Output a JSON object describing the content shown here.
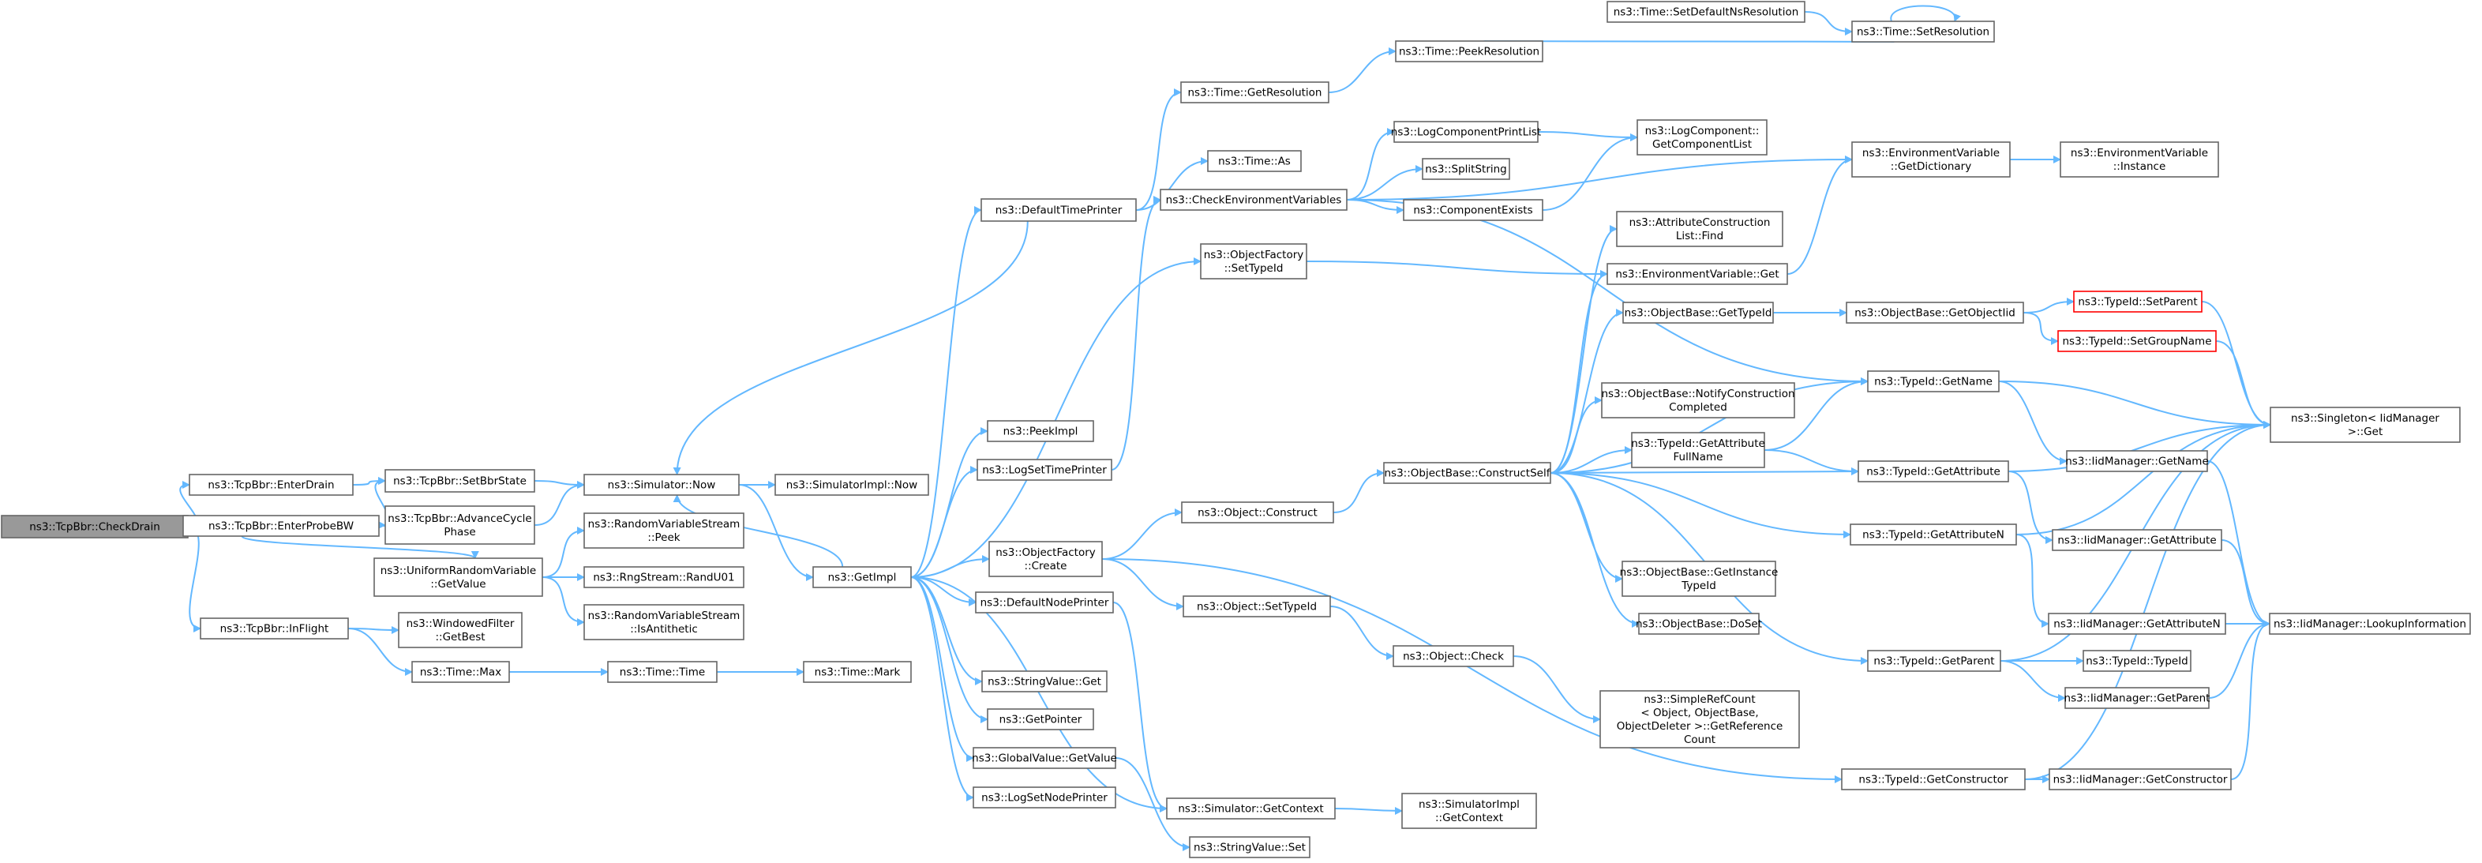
{
  "diagram": {
    "title": "",
    "nodes": [
      {
        "id": "n0",
        "lines": [
          "ns3::TcpBbr::CheckDrain"
        ],
        "style": "root"
      },
      {
        "id": "n1",
        "lines": [
          "ns3::TcpBbr::EnterDrain"
        ]
      },
      {
        "id": "n2",
        "lines": [
          "ns3::TcpBbr::EnterProbeBW"
        ]
      },
      {
        "id": "n3",
        "lines": [
          "ns3::TcpBbr::InFlight"
        ]
      },
      {
        "id": "n4",
        "lines": [
          "ns3::TcpBbr::SetBbrState"
        ]
      },
      {
        "id": "n5",
        "lines": [
          "ns3::TcpBbr::AdvanceCycle",
          "Phase"
        ]
      },
      {
        "id": "n6",
        "lines": [
          "ns3::UniformRandomVariable",
          "::GetValue"
        ]
      },
      {
        "id": "n7",
        "lines": [
          "ns3::WindowedFilter",
          "::GetBest"
        ]
      },
      {
        "id": "n8",
        "lines": [
          "ns3::Time::Max"
        ]
      },
      {
        "id": "n9",
        "lines": [
          "ns3::Simulator::Now"
        ]
      },
      {
        "id": "n10",
        "lines": [
          "ns3::RandomVariableStream",
          "::Peek"
        ]
      },
      {
        "id": "n11",
        "lines": [
          "ns3::RngStream::RandU01"
        ]
      },
      {
        "id": "n12",
        "lines": [
          "ns3::RandomVariableStream",
          "::IsAntithetic"
        ]
      },
      {
        "id": "n13",
        "lines": [
          "ns3::Time::Time"
        ]
      },
      {
        "id": "n14",
        "lines": [
          "ns3::SimulatorImpl::Now"
        ]
      },
      {
        "id": "n15",
        "lines": [
          "ns3::GetImpl"
        ]
      },
      {
        "id": "n16",
        "lines": [
          "ns3::Time::Mark"
        ]
      },
      {
        "id": "n17",
        "lines": [
          "ns3::DefaultTimePrinter"
        ]
      },
      {
        "id": "n18",
        "lines": [
          "ns3::PeekImpl"
        ]
      },
      {
        "id": "n19",
        "lines": [
          "ns3::LogSetTimePrinter"
        ]
      },
      {
        "id": "n20",
        "lines": [
          "ns3::ObjectFactory",
          "::Create"
        ]
      },
      {
        "id": "n21",
        "lines": [
          "ns3::DefaultNodePrinter"
        ]
      },
      {
        "id": "n22",
        "lines": [
          "ns3::StringValue::Get"
        ]
      },
      {
        "id": "n23",
        "lines": [
          "ns3::GetPointer"
        ]
      },
      {
        "id": "n24",
        "lines": [
          "ns3::GlobalValue::GetValue"
        ]
      },
      {
        "id": "n25",
        "lines": [
          "ns3::LogSetNodePrinter"
        ]
      },
      {
        "id": "n26",
        "lines": [
          "ns3::Time::GetResolution"
        ]
      },
      {
        "id": "n27",
        "lines": [
          "ns3::Time::As"
        ]
      },
      {
        "id": "n28",
        "lines": [
          "ns3::CheckEnvironmentVariables"
        ]
      },
      {
        "id": "n29",
        "lines": [
          "ns3::ObjectFactory",
          "::SetTypeId"
        ]
      },
      {
        "id": "n30",
        "lines": [
          "ns3::Object::Construct"
        ]
      },
      {
        "id": "n31",
        "lines": [
          "ns3::Object::SetTypeId"
        ]
      },
      {
        "id": "n32",
        "lines": [
          "ns3::Simulator::GetContext"
        ]
      },
      {
        "id": "n33",
        "lines": [
          "ns3::StringValue::Set"
        ]
      },
      {
        "id": "n34",
        "lines": [
          "ns3::Time::PeekResolution"
        ]
      },
      {
        "id": "n35",
        "lines": [
          "ns3::Time::SetDefaultNsResolution"
        ]
      },
      {
        "id": "n36",
        "lines": [
          "ns3::Time::SetResolution"
        ]
      },
      {
        "id": "n37",
        "lines": [
          "ns3::LogComponentPrintList"
        ]
      },
      {
        "id": "n38",
        "lines": [
          "ns3::SplitString"
        ]
      },
      {
        "id": "n39",
        "lines": [
          "ns3::ComponentExists"
        ]
      },
      {
        "id": "n40",
        "lines": [
          "ns3::LogComponent::",
          "GetComponentList"
        ]
      },
      {
        "id": "n41",
        "lines": [
          "ns3::EnvironmentVariable",
          "::GetDictionary"
        ]
      },
      {
        "id": "n42",
        "lines": [
          "ns3::EnvironmentVariable",
          "::Instance"
        ]
      },
      {
        "id": "n43",
        "lines": [
          "ns3::ObjectBase::ConstructSelf"
        ]
      },
      {
        "id": "n44",
        "lines": [
          "ns3::Object::Check"
        ]
      },
      {
        "id": "n45",
        "lines": [
          "ns3::SimpleRefCount",
          "< Object, ObjectBase,",
          "ObjectDeleter >::GetReference",
          "Count"
        ]
      },
      {
        "id": "n46",
        "lines": [
          "ns3::SimulatorImpl",
          "::GetContext"
        ]
      },
      {
        "id": "n47",
        "lines": [
          "ns3::AttributeConstruction",
          "List::Find"
        ]
      },
      {
        "id": "n48",
        "lines": [
          "ns3::EnvironmentVariable::Get"
        ]
      },
      {
        "id": "n49",
        "lines": [
          "ns3::ObjectBase::GetTypeId"
        ]
      },
      {
        "id": "n50",
        "lines": [
          "ns3::ObjectBase::NotifyConstruction",
          "Completed"
        ]
      },
      {
        "id": "n51",
        "lines": [
          "ns3::TypeId::GetAttribute",
          "FullName"
        ]
      },
      {
        "id": "n52",
        "lines": [
          "ns3::ObjectBase::GetInstance",
          "TypeId"
        ]
      },
      {
        "id": "n53",
        "lines": [
          "ns3::ObjectBase::DoSet"
        ]
      },
      {
        "id": "n54",
        "lines": [
          "ns3::TypeId::GetName"
        ]
      },
      {
        "id": "n55",
        "lines": [
          "ns3::TypeId::GetAttribute"
        ]
      },
      {
        "id": "n56",
        "lines": [
          "ns3::TypeId::GetAttributeN"
        ]
      },
      {
        "id": "n57",
        "lines": [
          "ns3::TypeId::GetParent"
        ]
      },
      {
        "id": "n58",
        "lines": [
          "ns3::TypeId::GetConstructor"
        ]
      },
      {
        "id": "n59",
        "lines": [
          "ns3::ObjectBase::GetObjectIid"
        ]
      },
      {
        "id": "n60",
        "lines": [
          "ns3::TypeId::SetParent"
        ],
        "style": "red"
      },
      {
        "id": "n61",
        "lines": [
          "ns3::TypeId::SetGroupName"
        ],
        "style": "red"
      },
      {
        "id": "n62",
        "lines": [
          "ns3::IidManager::GetName"
        ]
      },
      {
        "id": "n63",
        "lines": [
          "ns3::IidManager::GetAttribute"
        ]
      },
      {
        "id": "n64",
        "lines": [
          "ns3::IidManager::GetAttributeN"
        ]
      },
      {
        "id": "n65",
        "lines": [
          "ns3::TypeId::TypeId"
        ]
      },
      {
        "id": "n66",
        "lines": [
          "ns3::IidManager::GetParent"
        ]
      },
      {
        "id": "n67",
        "lines": [
          "ns3::IidManager::GetConstructor"
        ]
      },
      {
        "id": "n68",
        "lines": [
          "ns3::Singleton< IidManager",
          ">::Get"
        ]
      },
      {
        "id": "n69",
        "lines": [
          "ns3::IidManager::LookupInformation"
        ]
      }
    ],
    "edges": [
      [
        "n0",
        "n1"
      ],
      [
        "n0",
        "n2"
      ],
      [
        "n0",
        "n3"
      ],
      [
        "n1",
        "n4"
      ],
      [
        "n2",
        "n4"
      ],
      [
        "n2",
        "n5"
      ],
      [
        "n2",
        "n6"
      ],
      [
        "n3",
        "n7"
      ],
      [
        "n3",
        "n8"
      ],
      [
        "n4",
        "n9"
      ],
      [
        "n5",
        "n9"
      ],
      [
        "n6",
        "n10"
      ],
      [
        "n6",
        "n11"
      ],
      [
        "n6",
        "n12"
      ],
      [
        "n8",
        "n13"
      ],
      [
        "n13",
        "n16"
      ],
      [
        "n9",
        "n14"
      ],
      [
        "n9",
        "n15"
      ],
      [
        "n15",
        "n17"
      ],
      [
        "n15",
        "n18"
      ],
      [
        "n15",
        "n19"
      ],
      [
        "n15",
        "n20"
      ],
      [
        "n15",
        "n21"
      ],
      [
        "n15",
        "n22"
      ],
      [
        "n15",
        "n23"
      ],
      [
        "n15",
        "n24"
      ],
      [
        "n15",
        "n25"
      ],
      [
        "n15",
        "n29"
      ],
      [
        "n15",
        "n9"
      ],
      [
        "n15",
        "n32"
      ],
      [
        "n17",
        "n26"
      ],
      [
        "n17",
        "n27"
      ],
      [
        "n17",
        "n9"
      ],
      [
        "n19",
        "n28"
      ],
      [
        "n20",
        "n30"
      ],
      [
        "n20",
        "n31"
      ],
      [
        "n20",
        "n58"
      ],
      [
        "n21",
        "n32"
      ],
      [
        "n24",
        "n33"
      ],
      [
        "n26",
        "n34"
      ],
      [
        "n35",
        "n36"
      ],
      [
        "n36",
        "n34"
      ],
      [
        "n36",
        "n36"
      ],
      [
        "n28",
        "n37"
      ],
      [
        "n28",
        "n38"
      ],
      [
        "n28",
        "n39"
      ],
      [
        "n28",
        "n41"
      ],
      [
        "n28",
        "n54"
      ],
      [
        "n37",
        "n40"
      ],
      [
        "n39",
        "n40"
      ],
      [
        "n41",
        "n42"
      ],
      [
        "n29",
        "n48"
      ],
      [
        "n30",
        "n43"
      ],
      [
        "n31",
        "n44"
      ],
      [
        "n44",
        "n45"
      ],
      [
        "n32",
        "n46"
      ],
      [
        "n43",
        "n47"
      ],
      [
        "n43",
        "n48"
      ],
      [
        "n43",
        "n49"
      ],
      [
        "n43",
        "n50"
      ],
      [
        "n43",
        "n51"
      ],
      [
        "n43",
        "n52"
      ],
      [
        "n43",
        "n53"
      ],
      [
        "n43",
        "n54"
      ],
      [
        "n43",
        "n55"
      ],
      [
        "n43",
        "n56"
      ],
      [
        "n43",
        "n57"
      ],
      [
        "n48",
        "n41"
      ],
      [
        "n49",
        "n59"
      ],
      [
        "n59",
        "n60"
      ],
      [
        "n59",
        "n61"
      ],
      [
        "n51",
        "n54"
      ],
      [
        "n51",
        "n55"
      ],
      [
        "n54",
        "n62"
      ],
      [
        "n54",
        "n68"
      ],
      [
        "n55",
        "n63"
      ],
      [
        "n55",
        "n68"
      ],
      [
        "n56",
        "n64"
      ],
      [
        "n56",
        "n68"
      ],
      [
        "n57",
        "n65"
      ],
      [
        "n57",
        "n66"
      ],
      [
        "n57",
        "n68"
      ],
      [
        "n58",
        "n67"
      ],
      [
        "n58",
        "n68"
      ],
      [
        "n60",
        "n68"
      ],
      [
        "n61",
        "n68"
      ],
      [
        "n62",
        "n69"
      ],
      [
        "n63",
        "n69"
      ],
      [
        "n64",
        "n69"
      ],
      [
        "n66",
        "n69"
      ],
      [
        "n67",
        "n69"
      ]
    ]
  }
}
